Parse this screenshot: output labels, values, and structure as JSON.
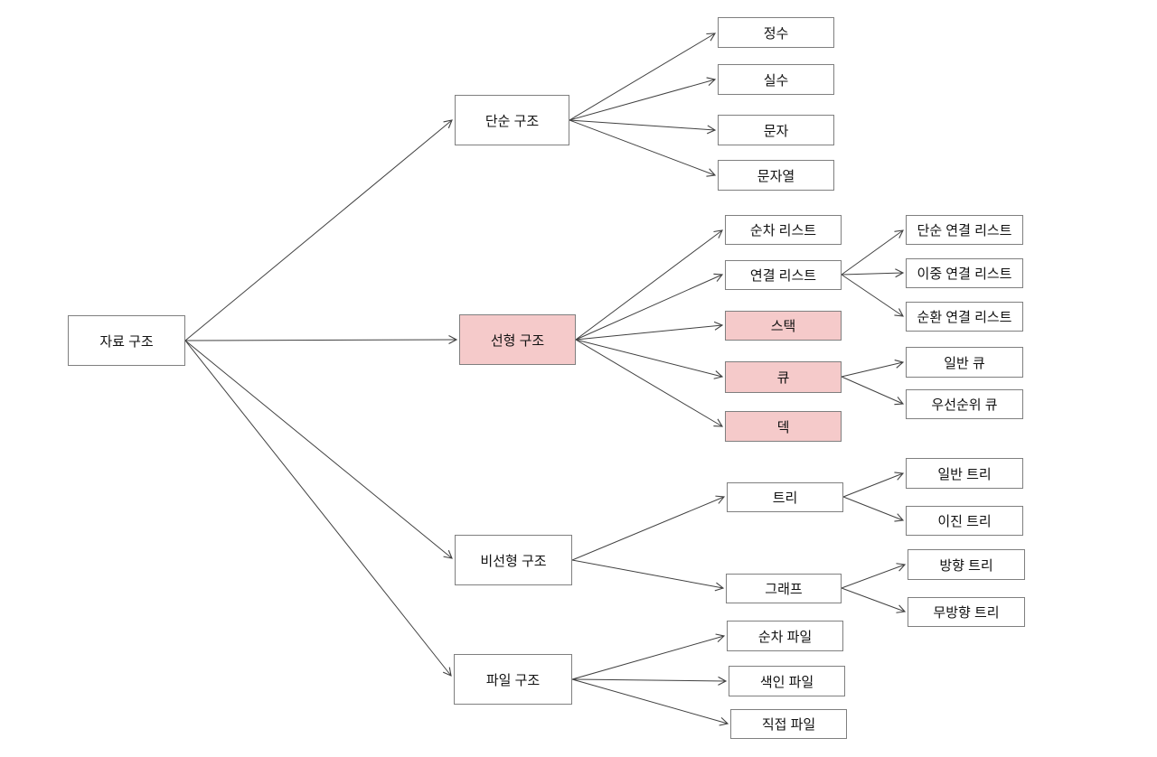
{
  "colors": {
    "highlight_fill": "#F5CACA",
    "node_fill": "#FFFFFF",
    "node_border": "#7F7F7F",
    "connector": "#404040",
    "text": "#111111",
    "background": "#FFFFFF"
  },
  "nodes": {
    "root": {
      "label": "자료 구조",
      "highlighted": false
    },
    "simple": {
      "label": "단순 구조",
      "highlighted": false
    },
    "linear": {
      "label": "선형 구조",
      "highlighted": true
    },
    "nonlinear": {
      "label": "비선형 구조",
      "highlighted": false
    },
    "file": {
      "label": "파일 구조",
      "highlighted": false
    },
    "integer": {
      "label": "정수",
      "highlighted": false
    },
    "real": {
      "label": "실수",
      "highlighted": false
    },
    "char": {
      "label": "문자",
      "highlighted": false
    },
    "string": {
      "label": "문자열",
      "highlighted": false
    },
    "seqList": {
      "label": "순차 리스트",
      "highlighted": false
    },
    "linkedList": {
      "label": "연결 리스트",
      "highlighted": false
    },
    "stack": {
      "label": "스택",
      "highlighted": true
    },
    "queue": {
      "label": "큐",
      "highlighted": true
    },
    "deque": {
      "label": "덱",
      "highlighted": true
    },
    "simpleLinked": {
      "label": "단순 연결 리스트",
      "highlighted": false
    },
    "doublyLinked": {
      "label": "이중 연결 리스트",
      "highlighted": false
    },
    "circularLinked": {
      "label": "순환 연결 리스트",
      "highlighted": false
    },
    "generalQueue": {
      "label": "일반 큐",
      "highlighted": false
    },
    "priorityQueue": {
      "label": "우선순위 큐",
      "highlighted": false
    },
    "tree": {
      "label": "트리",
      "highlighted": false
    },
    "graph": {
      "label": "그래프",
      "highlighted": false
    },
    "generalTree": {
      "label": "일반 트리",
      "highlighted": false
    },
    "binaryTree": {
      "label": "이진 트리",
      "highlighted": false
    },
    "directedTree": {
      "label": "방향 트리",
      "highlighted": false
    },
    "undirectedTree": {
      "label": "무방향 트리",
      "highlighted": false
    },
    "seqFile": {
      "label": "순차 파일",
      "highlighted": false
    },
    "indexFile": {
      "label": "색인 파일",
      "highlighted": false
    },
    "directFile": {
      "label": "직접 파일",
      "highlighted": false
    }
  },
  "hierarchy": [
    {
      "from": "root",
      "to": [
        "simple",
        "linear",
        "nonlinear",
        "file"
      ]
    },
    {
      "from": "simple",
      "to": [
        "integer",
        "real",
        "char",
        "string"
      ]
    },
    {
      "from": "linear",
      "to": [
        "seqList",
        "linkedList",
        "stack",
        "queue",
        "deque"
      ]
    },
    {
      "from": "linkedList",
      "to": [
        "simpleLinked",
        "doublyLinked",
        "circularLinked"
      ]
    },
    {
      "from": "queue",
      "to": [
        "generalQueue",
        "priorityQueue"
      ]
    },
    {
      "from": "nonlinear",
      "to": [
        "tree",
        "graph"
      ]
    },
    {
      "from": "tree",
      "to": [
        "generalTree",
        "binaryTree"
      ]
    },
    {
      "from": "graph",
      "to": [
        "directedTree",
        "undirectedTree"
      ]
    },
    {
      "from": "file",
      "to": [
        "seqFile",
        "indexFile",
        "directFile"
      ]
    }
  ]
}
